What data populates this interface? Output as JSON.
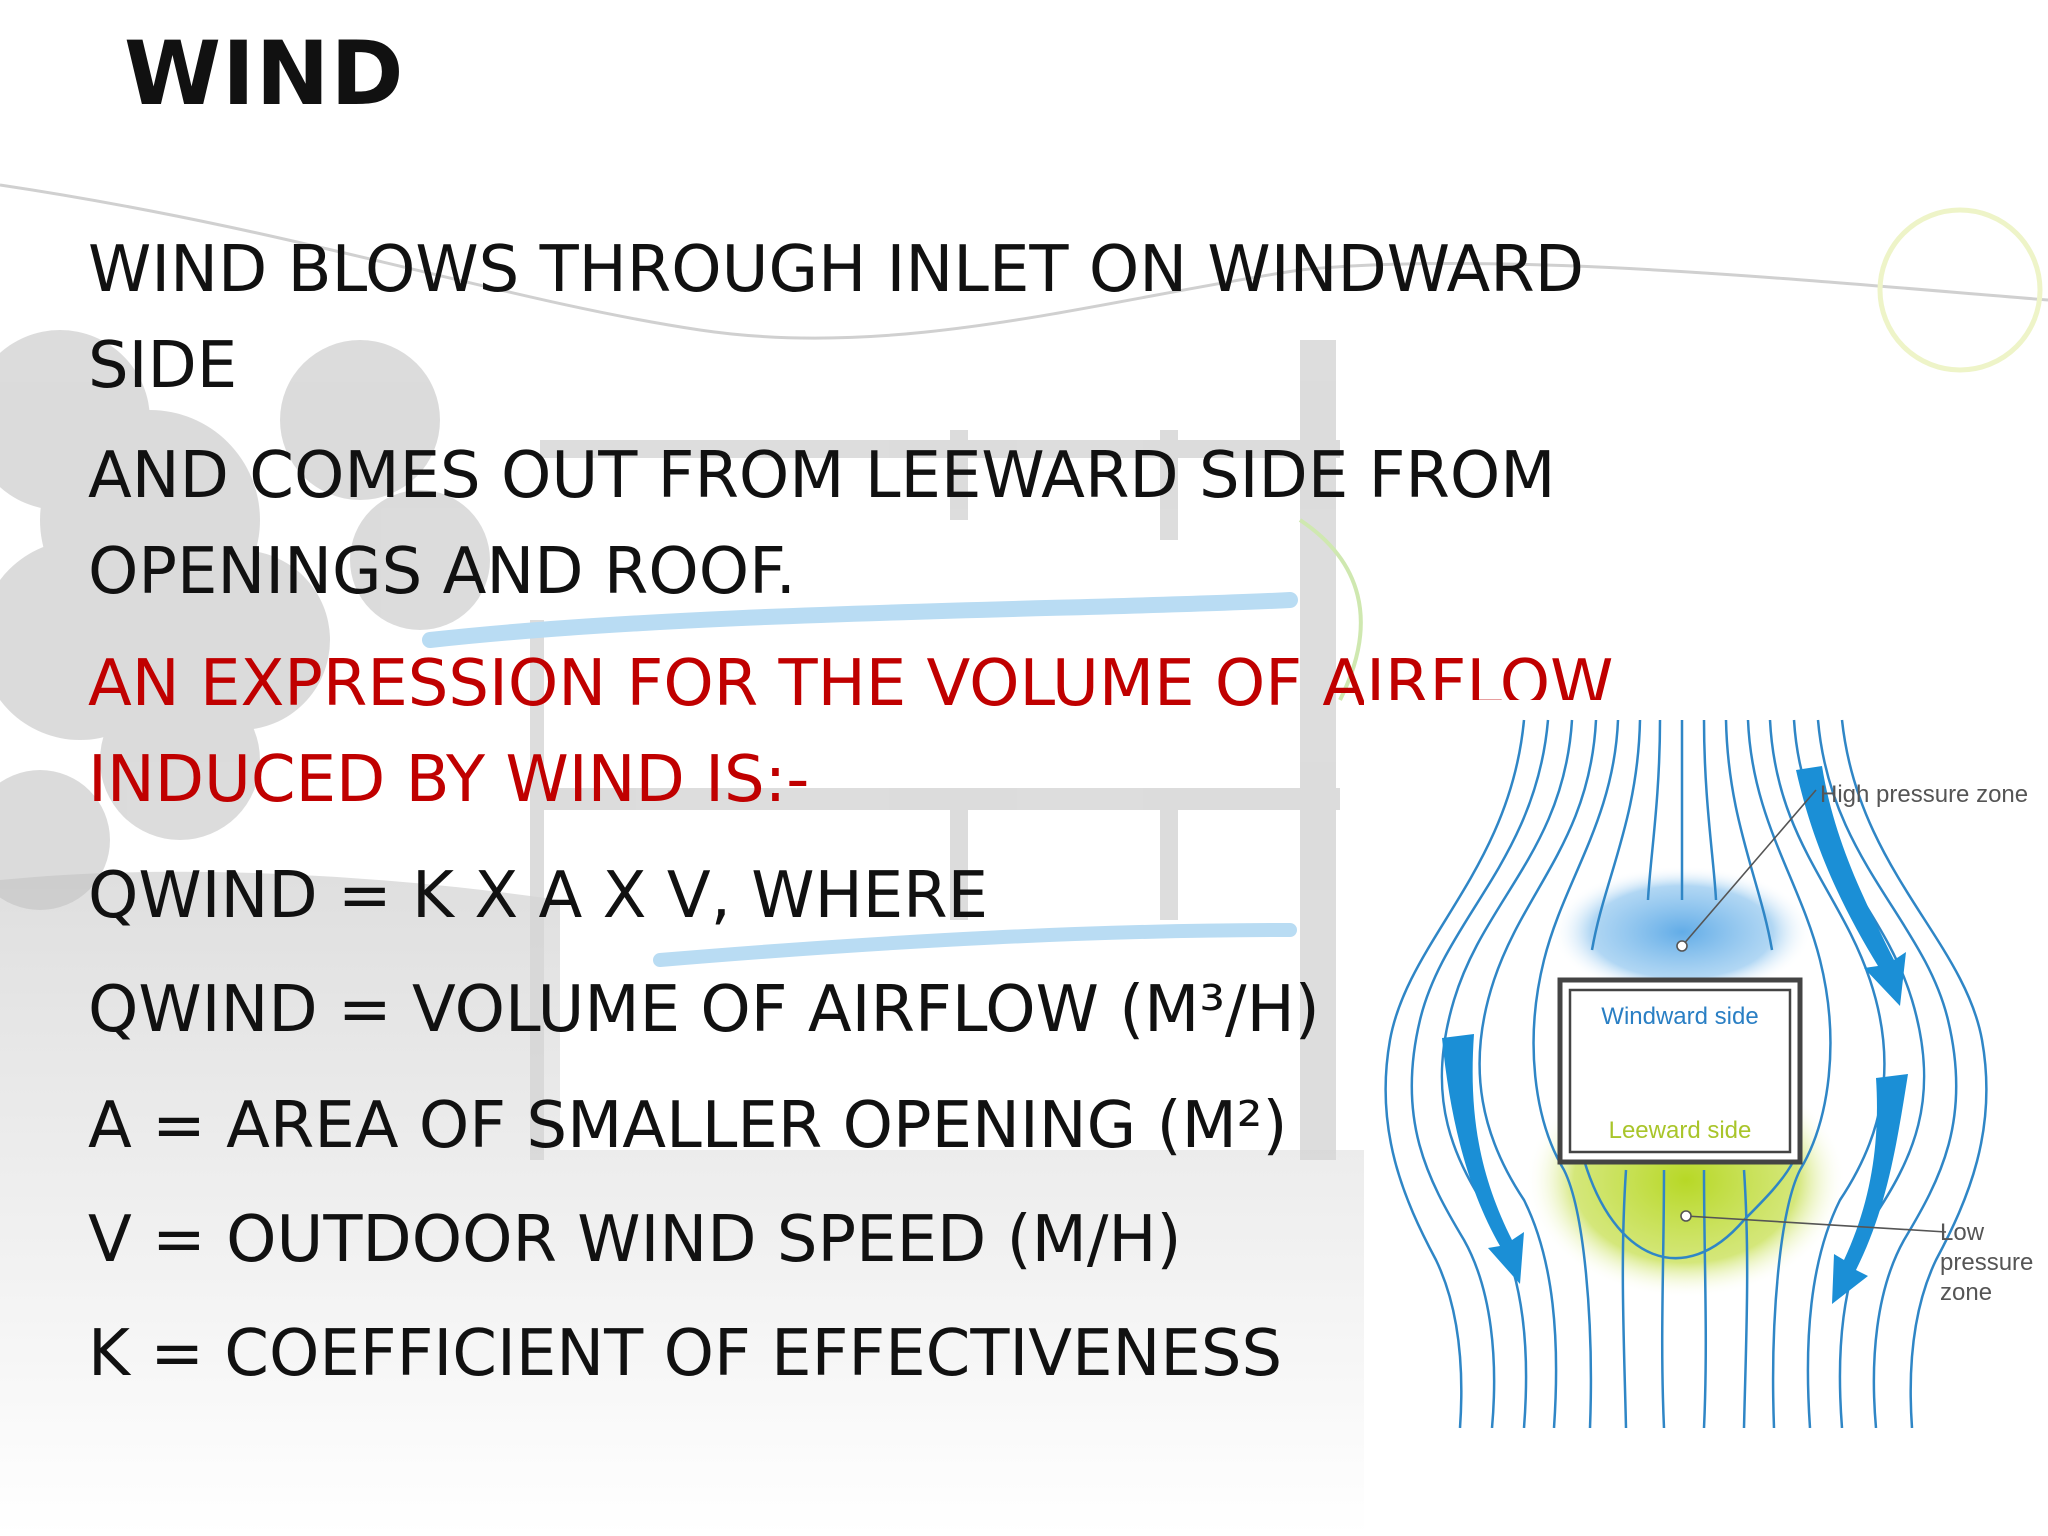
{
  "slide": {
    "title": "WIND",
    "paragraphs": [
      {
        "lines": [
          "WIND BLOWS THROUGH INLET ON WINDWARD",
          "SIDE"
        ]
      },
      {
        "lines": [
          "AND COMES OUT FROM LEEWARD SIDE FROM",
          "OPENINGS AND ROOF."
        ]
      },
      {
        "lines": [
          "AN EXPRESSION FOR THE VOLUME OF AIRFLOW",
          "INDUCED BY WIND IS:-"
        ],
        "color": "#c00000"
      },
      {
        "lines": [
          "QWIND = K X A X V, WHERE"
        ]
      },
      {
        "lines": [
          "QWIND = VOLUME OF AIRFLOW (M³/H)"
        ]
      },
      {
        "lines": [
          "A = AREA OF SMALLER OPENING (M²)"
        ]
      },
      {
        "lines": [
          "V = OUTDOOR WIND SPEED (M/H)"
        ]
      },
      {
        "lines": [
          "K = COEFFICIENT OF EFFECTIVENESS"
        ]
      }
    ]
  },
  "diagram": {
    "labels": {
      "high_pressure": "High pressure zone",
      "windward": "Windward side",
      "leeward": "Leeward side",
      "low_pressure": [
        "Low",
        "pressure",
        "zone"
      ]
    },
    "colors": {
      "streamline": "#2f86c6",
      "arrow": "#1b8fd6",
      "high_pressure": "#5aa8e6",
      "low_pressure": "#b7d826",
      "windward_text": "#2a7fc4",
      "leeward_text": "#a9c52a",
      "label_text": "#555555",
      "title_text": "#111111",
      "body_text": "#111111",
      "accent_text": "#c00000"
    }
  }
}
